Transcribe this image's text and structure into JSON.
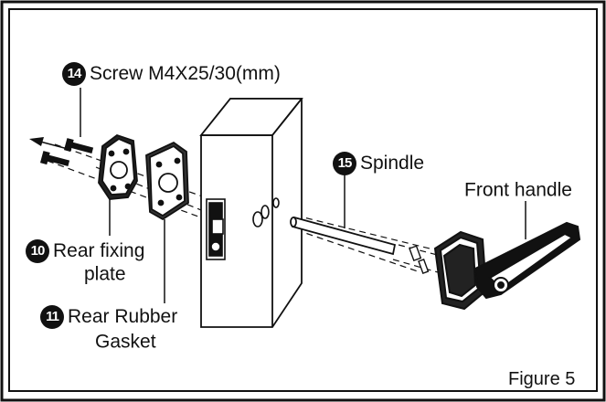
{
  "parts": {
    "screw": {
      "number": "14",
      "label": "Screw M4X25/30(mm)"
    },
    "spindle": {
      "number": "15",
      "label": "Spindle"
    },
    "front_handle": {
      "label": "Front handle"
    },
    "rear_plate": {
      "number": "10",
      "label_line1": "Rear fixing",
      "label_line2": "plate"
    },
    "rear_gasket": {
      "number": "11",
      "label_line1": "Rear Rubber",
      "label_line2": "Gasket"
    }
  },
  "figure_caption": "Figure 5",
  "colors": {
    "ink": "#111111",
    "background": "#ffffff"
  }
}
